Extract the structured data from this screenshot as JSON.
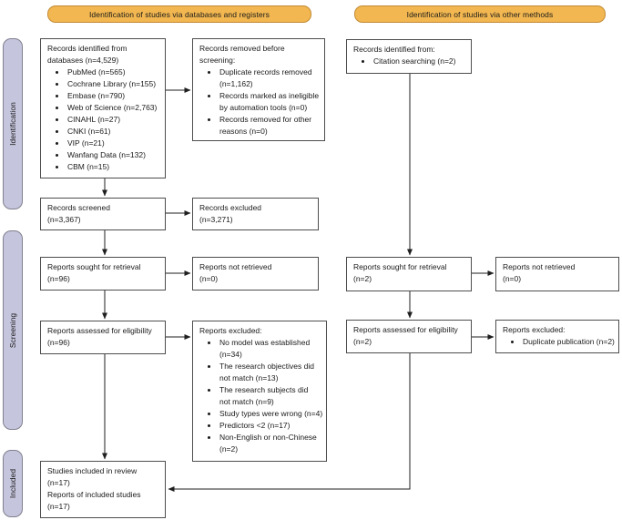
{
  "colors": {
    "header_fill": "#F2B750",
    "header_border": "#C28B35",
    "sidebar_fill": "#C5C5DD",
    "sidebar_border": "#80808F",
    "box_border": "#4D4D4D",
    "arrow": "#1F1F1F",
    "text": "#1A1A1A"
  },
  "headers": {
    "left": "Identification of studies via databases and registers",
    "right": "Identification of studies via other methods"
  },
  "sidebar": {
    "stages": [
      {
        "label": "Identification"
      },
      {
        "label": "Screening"
      },
      {
        "label": "Included"
      }
    ]
  },
  "boxes": {
    "records_identified_db": {
      "title": "Records identified from\ndatabases (n=4,529)",
      "bullets": [
        "PubMed (n=565)",
        "Cochrane Library (n=155)",
        "Embase (n=790)",
        "Web of Science (n=2,763)",
        "CINAHL (n=27)",
        "CNKI (n=61)",
        "VIP (n=21)",
        "Wanfang Data (n=132)",
        "CBM (n=15)"
      ]
    },
    "records_removed": {
      "title": "Records removed before\nscreening:",
      "bullets": [
        "Duplicate records removed\n(n=1,162)",
        "Records marked as ineligible\nby automation tools (n=0)",
        "Records removed for other\nreasons (n=0)"
      ]
    },
    "records_screened": {
      "title": "Records screened\n(n=3,367)"
    },
    "records_excluded": {
      "title": "Records excluded\n(n=3,271)"
    },
    "reports_sought": {
      "title": "Reports sought for retrieval\n(n=96)"
    },
    "reports_not_retrieved": {
      "title": "Reports not retrieved\n(n=0)"
    },
    "reports_assessed": {
      "title": "Reports assessed for eligibility\n(n=96)"
    },
    "reports_excluded": {
      "title": "Reports excluded:",
      "bullets": [
        "No model was established\n(n=34)",
        "The research objectives did\nnot match (n=13)",
        "The research subjects did\nnot match (n=9)",
        "Study types were wrong (n=4)",
        "Predictors <2 (n=17)",
        "Non-English or non-Chinese\n(n=2)"
      ]
    },
    "studies_included": {
      "title": "Studies included in review\n(n=17)\nReports of included studies\n(n=17)"
    },
    "records_identified_other": {
      "title": "Records identified from:",
      "bullets": [
        "Citation searching (n=2)"
      ]
    },
    "reports_sought_other": {
      "title": "Reports sought for retrieval\n(n=2)"
    },
    "reports_not_retrieved_other": {
      "title": "Reports not retrieved\n(n=0)"
    },
    "reports_assessed_other": {
      "title": "Reports assessed for eligibility\n(n=2)"
    },
    "reports_excluded_other": {
      "title": "Reports excluded:",
      "bullets": [
        "Duplicate publication (n=2)"
      ]
    }
  }
}
